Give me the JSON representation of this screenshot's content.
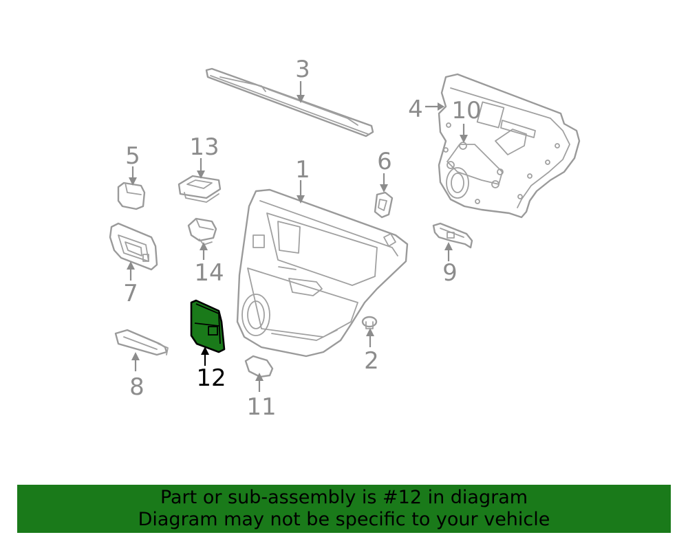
{
  "diagram": {
    "callouts": {
      "p1": "1",
      "p2": "2",
      "p3": "3",
      "p4": "4",
      "p5": "5",
      "p6": "6",
      "p7": "7",
      "p8": "8",
      "p9": "9",
      "p10": "10",
      "p11": "11",
      "p12": "12",
      "p13": "13",
      "p14": "14"
    },
    "highlighted_part": "12",
    "colors": {
      "highlight": "#1a7a1a",
      "line": "#9a9a9a",
      "banner": "#1a7a1a"
    }
  },
  "banner": {
    "line1": "Part or sub-assembly is #12 in diagram",
    "line2": "Diagram may not be specific to your vehicle"
  }
}
